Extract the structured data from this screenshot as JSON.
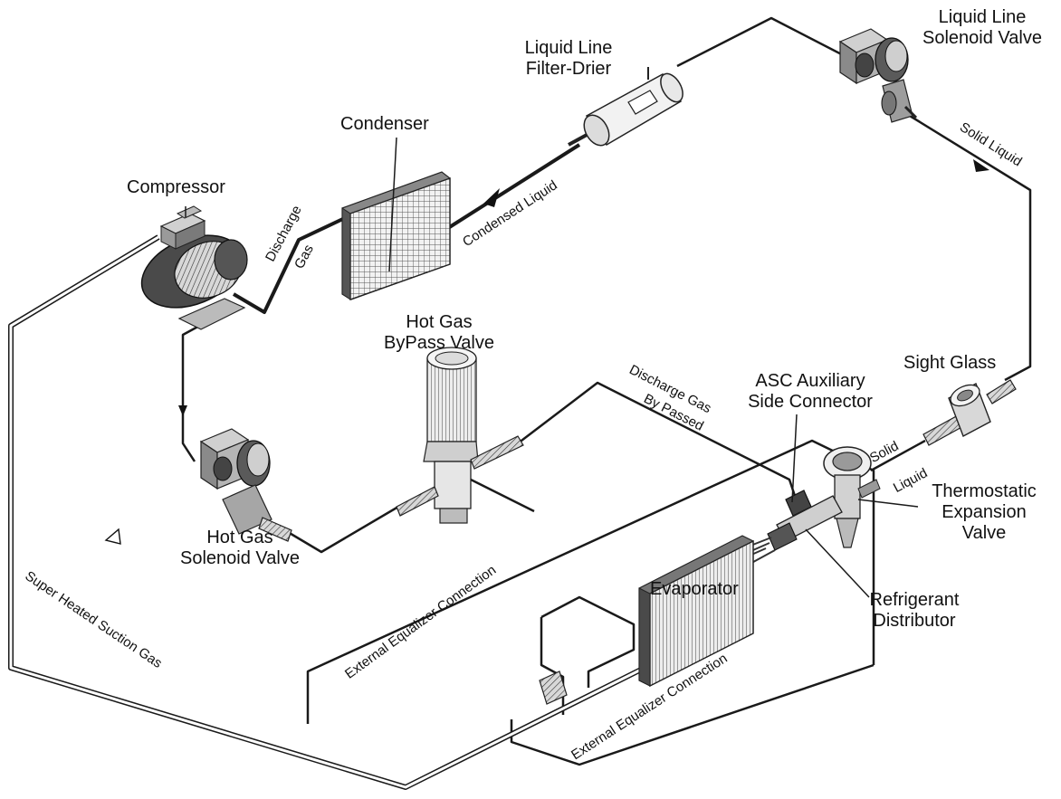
{
  "labels": {
    "compressor": "Compressor",
    "condenser": "Condenser",
    "filter_drier_line1": "Liquid Line",
    "filter_drier_line2": "Filter-Drier",
    "liquid_solenoid_line1": "Liquid Line",
    "liquid_solenoid_line2": "Solenoid Valve",
    "hot_gas_bypass_line1": "Hot Gas",
    "hot_gas_bypass_line2": "ByPass Valve",
    "hot_gas_solenoid_line1": "Hot Gas",
    "hot_gas_solenoid_line2": "Solenoid Valve",
    "asc_line1": "ASC Auxiliary",
    "asc_line2": "Side Connector",
    "sight_glass": "Sight Glass",
    "txv_line1": "Thermostatic",
    "txv_line2": "Expansion",
    "txv_line3": "Valve",
    "distributor_line1": "Refrigerant",
    "distributor_line2": "Distributor",
    "evaporator": "Evaporator"
  },
  "line_labels": {
    "discharge_line1": "Discharge",
    "discharge_line2": "Gas",
    "condensed_liquid": "Condensed Liquid",
    "solid_liquid_top": "Solid Liquid",
    "discharge_bypassed_line1": "Discharge Gas",
    "discharge_bypassed_line2": "By Passed",
    "solid_liquid_line1": "Solid",
    "solid_liquid_line2": "Liquid",
    "external_equalizer_left": "External Equalizer Connection",
    "external_equalizer_bottom": "External Equalizer Connection",
    "super_heated_suction": "Super Heated Suction Gas"
  },
  "colors": {
    "pipe": "#1a1a1a",
    "suction_pipe_fill": "#ffffff",
    "component_dark": "#3a3a3a",
    "component_mid": "#8a8a8a",
    "component_light": "#d6d6d6"
  }
}
